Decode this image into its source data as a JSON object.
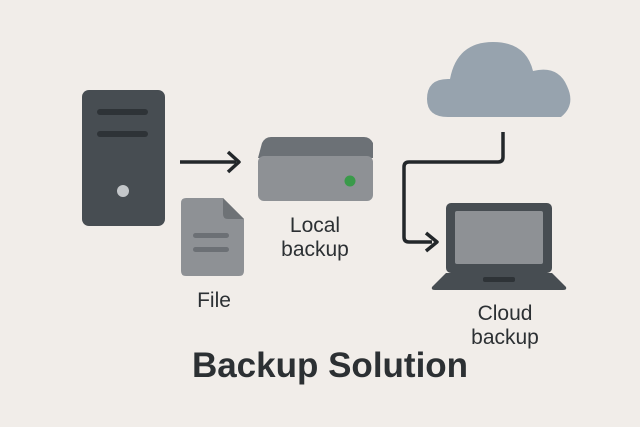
{
  "diagram": {
    "title": "Backup Solution",
    "nodes": {
      "file": {
        "label": "File",
        "icon": "document-icon"
      },
      "server": {
        "icon": "server-tower-icon"
      },
      "local": {
        "label_line1": "Local",
        "label_line2": "backup",
        "icon": "external-drive-icon"
      },
      "cloud": {
        "icon": "cloud-icon"
      },
      "cloud_backup": {
        "label_line1": "Cloud",
        "label_line2": "backup",
        "icon": "laptop-icon"
      }
    },
    "connections": [
      {
        "from": "server",
        "to": "local"
      },
      {
        "from": "cloud",
        "to": "cloud_backup"
      }
    ],
    "colors": {
      "background": "#f1ede9",
      "dark": "#474d52",
      "medium": "#8e9195",
      "light": "#a8abaf",
      "cloud": "#97a3ae",
      "led": "#3a9a4a",
      "arrow": "#23272a"
    }
  }
}
